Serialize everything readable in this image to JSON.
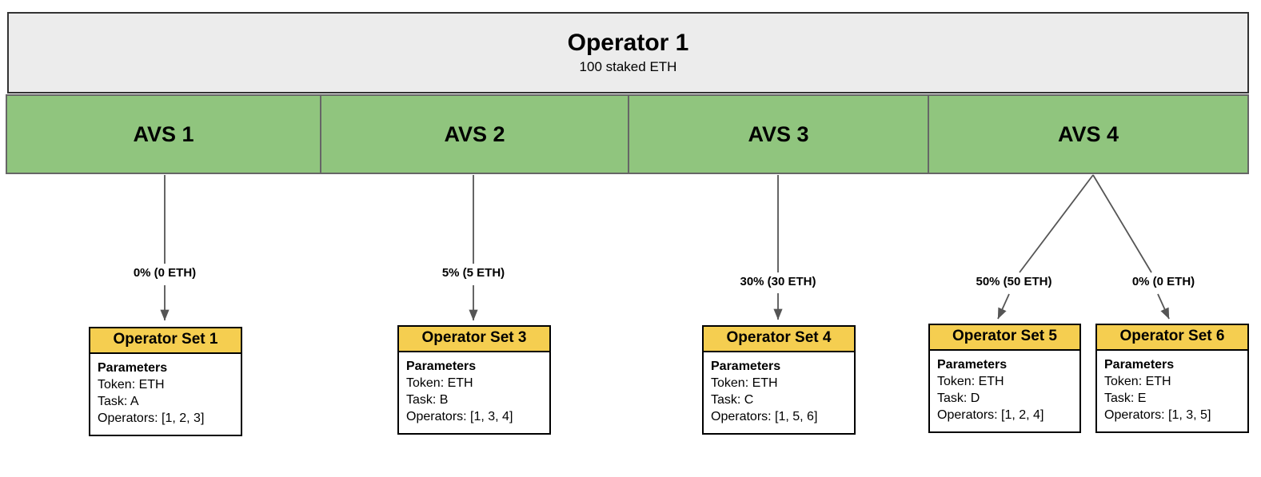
{
  "operator": {
    "title": "Operator 1",
    "subtitle": "100 staked ETH"
  },
  "avs": [
    {
      "label": "AVS 1"
    },
    {
      "label": "AVS 2"
    },
    {
      "label": "AVS 3"
    },
    {
      "label": "AVS 4"
    }
  ],
  "edges": [
    {
      "label": "0% (0 ETH)",
      "from": "AVS 1",
      "to": "Operator Set 1"
    },
    {
      "label": "5% (5 ETH)",
      "from": "AVS 2",
      "to": "Operator Set 3"
    },
    {
      "label": "30% (30 ETH)",
      "from": "AVS 3",
      "to": "Operator Set 4"
    },
    {
      "label": "50% (50 ETH)",
      "from": "AVS 4",
      "to": "Operator Set 5"
    },
    {
      "label": "0% (0 ETH)",
      "from": "AVS 4",
      "to": "Operator Set 6"
    }
  ],
  "operator_sets": [
    {
      "title": "Operator Set 1",
      "params_heading": "Parameters",
      "token": "Token: ETH",
      "task": "Task: A",
      "operators": "Operators: [1, 2, 3]"
    },
    {
      "title": "Operator Set 3",
      "params_heading": "Parameters",
      "token": "Token: ETH",
      "task": "Task: B",
      "operators": "Operators: [1, 3, 4]"
    },
    {
      "title": "Operator Set 4",
      "params_heading": "Parameters",
      "token": "Token: ETH",
      "task": "Task: C",
      "operators": "Operators: [1, 5, 6]"
    },
    {
      "title": "Operator Set 5",
      "params_heading": "Parameters",
      "token": "Token: ETH",
      "task": "Task: D",
      "operators": "Operators: [1, 2, 4]"
    },
    {
      "title": "Operator Set 6",
      "params_heading": "Parameters",
      "token": "Token: ETH",
      "task": "Task: E",
      "operators": "Operators: [1, 3, 5]"
    }
  ],
  "colors": {
    "operator_fill": "#ececec",
    "avs_fill": "#90c57e",
    "opset_header_fill": "#f5ce50",
    "border": "#000000",
    "connector": "#555555",
    "canvas": "#ffffff"
  }
}
